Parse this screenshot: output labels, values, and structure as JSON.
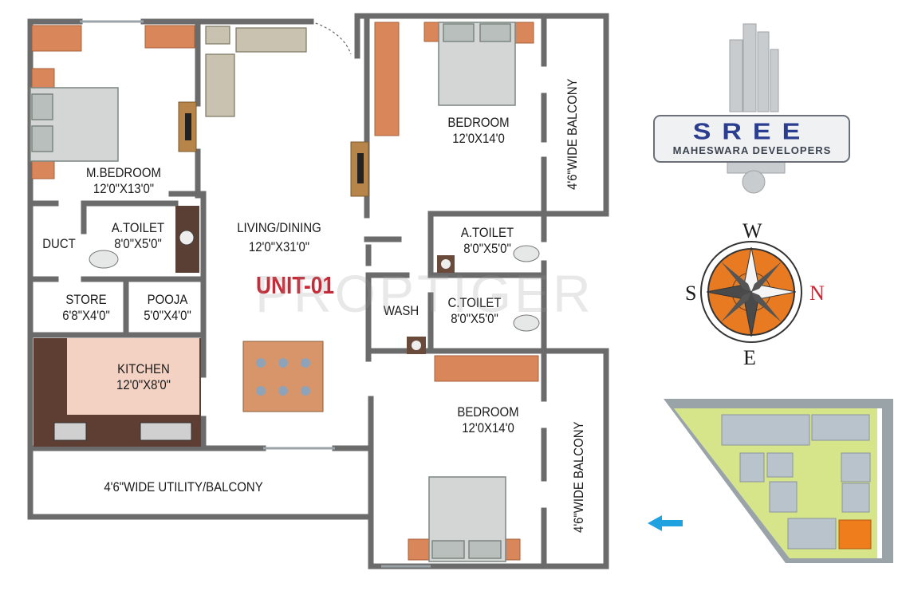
{
  "plan": {
    "unit_label": "UNIT-01",
    "rooms": {
      "master_bedroom": {
        "name": "M.BEDROOM",
        "size": "12'0\"X13'0\""
      },
      "toilet_master": {
        "name": "A.TOILET",
        "size": "8'0\"X5'0\""
      },
      "duct": {
        "name": "DUCT"
      },
      "store": {
        "name": "STORE",
        "size": "6'8\"X4'0\""
      },
      "pooja": {
        "name": "POOJA",
        "size": "5'0\"X4'0\""
      },
      "kitchen": {
        "name": "KITCHEN",
        "size": "12'0\"X8'0\""
      },
      "utility": {
        "name": "4'6\"WIDE UTILITY/BALCONY"
      },
      "living": {
        "name": "LIVING/DINING",
        "size": "12'0\"X31'0\""
      },
      "bedroom_top": {
        "name": "BEDROOM",
        "size": "12'0X14'0"
      },
      "balcony_top": {
        "name": "4'6\"WIDE BALCONY"
      },
      "toilet_right": {
        "name": "A.TOILET",
        "size": "8'0\"X5'0\""
      },
      "wash": {
        "name": "WASH"
      },
      "common_toilet": {
        "name": "C.TOILET",
        "size": "8'0\"X5'0\""
      },
      "bedroom_bottom": {
        "name": "BEDROOM",
        "size": "12'0X14'0"
      },
      "balcony_bottom": {
        "name": "4'6\"WIDE BALCONY"
      }
    }
  },
  "logo": {
    "brand": "SREE",
    "tagline": "MAHESWARA DEVELOPERS"
  },
  "compass": {
    "west": "W",
    "south": "S",
    "north": "N",
    "east": "E"
  },
  "watermark": {
    "text": "PROPTIGER"
  },
  "colors": {
    "wall": "#6b6b6b",
    "wood": "#d9875a",
    "unit_label": "#c62a36",
    "logo_blue": "#2a3d8f",
    "compass_orange": "#e87a22",
    "site_green": "#d6e58a"
  }
}
